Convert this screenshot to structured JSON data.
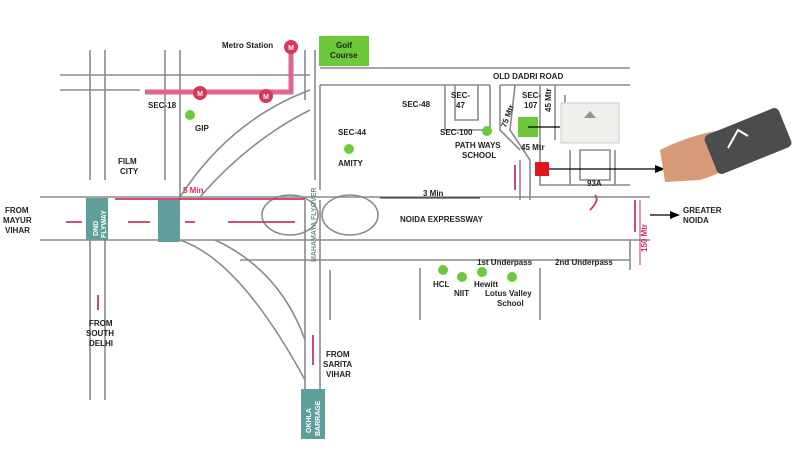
{
  "colors": {
    "metro_line": "#e0668c",
    "metro_station": "#d8365a",
    "landmark": "#6cc93a",
    "project_marker": "#e0161c",
    "toll_plaza": "#5f9e9a",
    "road": "#8a8a8a",
    "route_arrow": "#c8385e"
  },
  "labels": {
    "metro_station": "Metro Station",
    "golf_course": [
      "Golf",
      "Course"
    ],
    "old_dadri_road": "OLD DADRI ROAD",
    "sec18": "SEC-18",
    "gip": "GIP",
    "sec48": "SEC-48",
    "sec47": [
      "SEC-",
      "47"
    ],
    "sec107": [
      "SEC-",
      "107"
    ],
    "sec44": "SEC-44",
    "amity": "AMITY",
    "sec100": "SEC-100",
    "pathways": [
      "PATH WAYS",
      "SCHOOL"
    ],
    "road_75": "75 Mtr",
    "road_45a": "45 Mtr",
    "road_45b": "45 Mtr",
    "film_city": [
      "FILM",
      "CITY"
    ],
    "five_min": "5 Min",
    "three_min": "3 Min",
    "sec93a": "93A",
    "from_mayur_vihar": [
      "FROM",
      "MAYUR",
      "VIHAR"
    ],
    "dnd_flyway": [
      "DND",
      "FLYWAY"
    ],
    "expressway": "NOIDA EXPRESSWAY",
    "greater_noida": [
      "GREATER",
      "NOIDA"
    ],
    "road_150": "150 Mtr",
    "underpass1": "1st Underpass",
    "underpass2": "2nd Underpass",
    "hcl": "HCL",
    "niit": "NIIT",
    "hewitt": "Hewitt",
    "lotus_valley": [
      "Lotus Valley",
      "School"
    ],
    "from_south_delhi": [
      "FROM",
      "SOUTH",
      "DELHI"
    ],
    "from_sarita_vihar": [
      "FROM",
      "SARITA",
      "VIHAR"
    ],
    "okhla_barrage": [
      "OKHLA",
      "BARRAGE"
    ],
    "mahamaya_flyover": "MAHAMAYA FLYOVER",
    "metro_icon_letter": "M"
  },
  "icons": {
    "metro": "metro-station-icon",
    "landmark": "landmark-dot-icon",
    "project": "project-site-marker-icon",
    "brochure": "hand-holding-card-image"
  }
}
